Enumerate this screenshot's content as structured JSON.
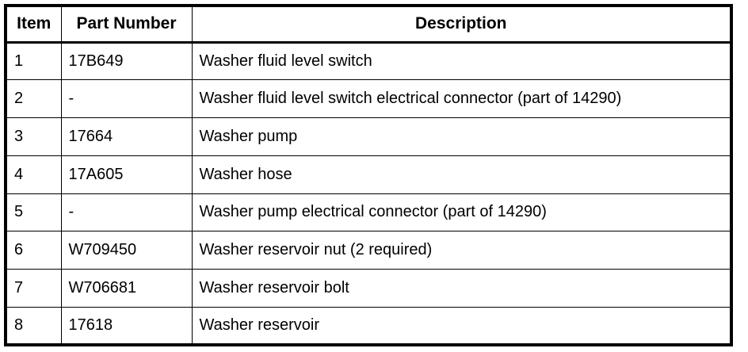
{
  "table": {
    "name": "washer-system-parts-table",
    "columns": [
      {
        "key": "item",
        "label": "Item",
        "align": "center"
      },
      {
        "key": "part_number",
        "label": "Part Number",
        "align": "center"
      },
      {
        "key": "description",
        "label": "Description",
        "align": "center"
      }
    ],
    "rows": [
      {
        "item": "1",
        "part_number": "17B649",
        "description": "Washer fluid level switch"
      },
      {
        "item": "2",
        "part_number": "-",
        "description": "Washer fluid level switch electrical connector (part of 14290)"
      },
      {
        "item": "3",
        "part_number": "17664",
        "description": "Washer pump"
      },
      {
        "item": "4",
        "part_number": "17A605",
        "description": "Washer hose"
      },
      {
        "item": "5",
        "part_number": "-",
        "description": "Washer pump electrical connector (part of 14290)"
      },
      {
        "item": "6",
        "part_number": "W709450",
        "description": "Washer reservoir nut (2 required)"
      },
      {
        "item": "7",
        "part_number": "W706681",
        "description": "Washer reservoir bolt"
      },
      {
        "item": "8",
        "part_number": "17618",
        "description": "Washer reservoir"
      }
    ]
  },
  "colors": {
    "border": "#000000",
    "text": "#000000",
    "background": "#ffffff"
  }
}
